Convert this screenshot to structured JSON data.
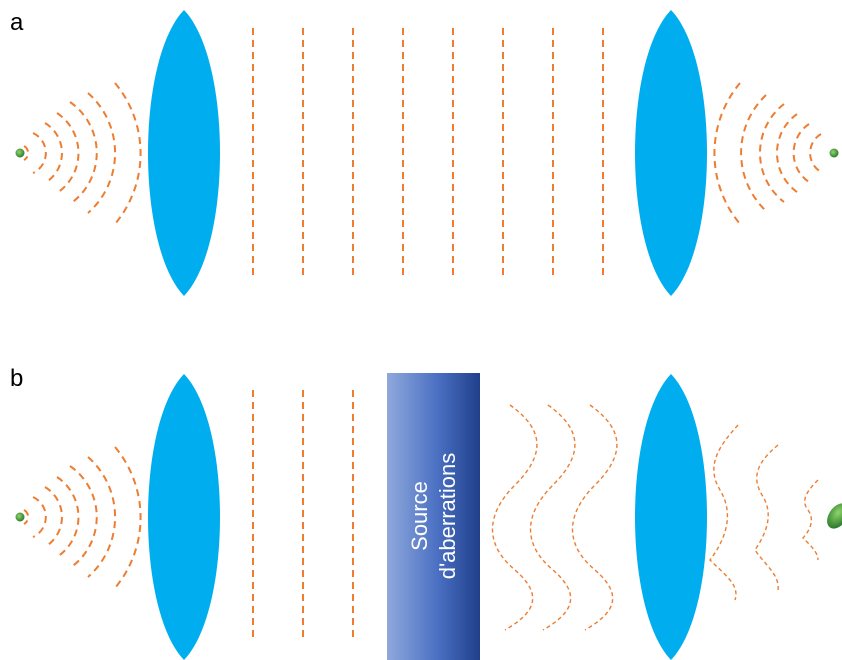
{
  "panels": {
    "a": {
      "label": "a"
    },
    "b": {
      "label": "b"
    }
  },
  "aberration_box": {
    "line1": "Source",
    "line2": "d'aberrations"
  },
  "colors": {
    "lens": "#00aeef",
    "wavefront": "#ed7d31",
    "source_point": "#3a9a3a",
    "box_light": "#8fa9dc",
    "box_dark": "#1f3f8a"
  }
}
